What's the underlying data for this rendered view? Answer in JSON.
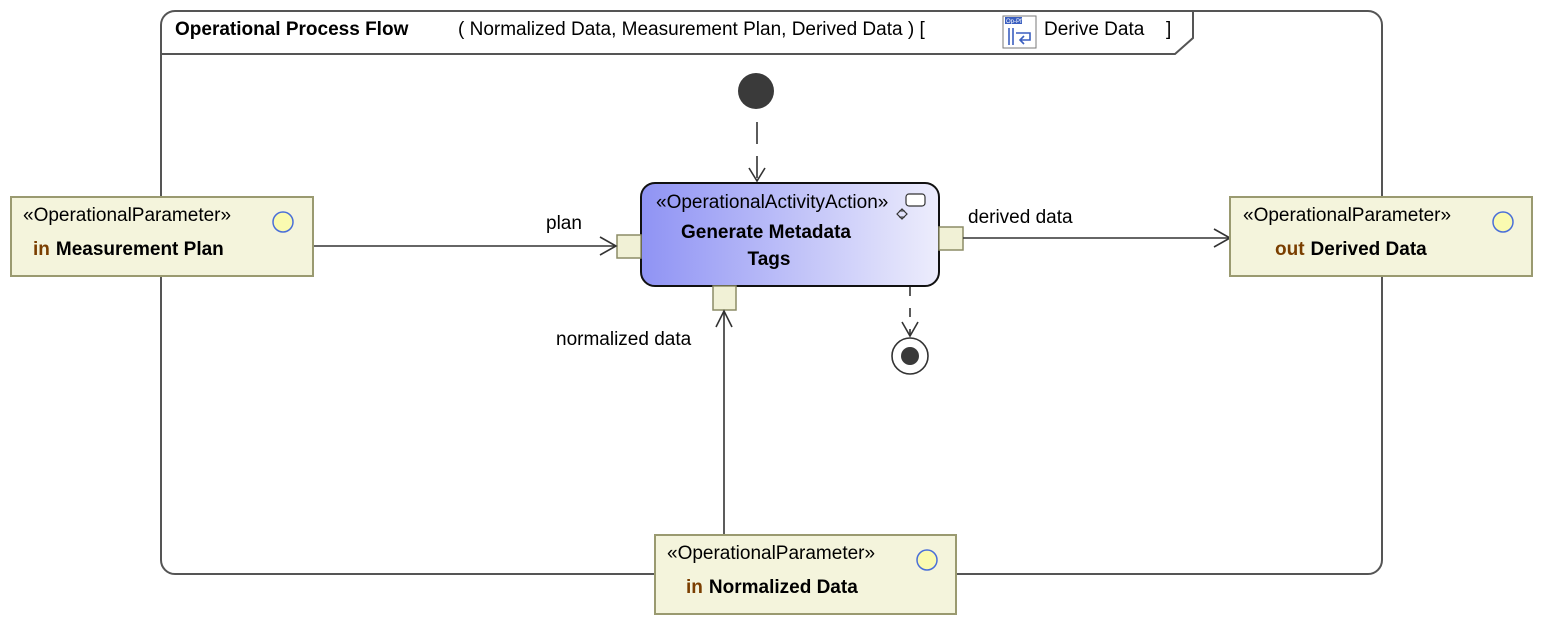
{
  "frame": {
    "kind": "Operational Process Flow",
    "signature": "( Normalized Data, Measurement Plan, Derived Data ) [",
    "diagram_name": "Derive Data",
    "closing_bracket": "]",
    "icon": "op-pf-diagram-icon",
    "icon_caption": "Op-Pf"
  },
  "action": {
    "stereotype": "«OperationalActivityAction»",
    "name_line1": "Generate Metadata",
    "name_line2": "Tags",
    "icon": "call-behavior-rake-icon",
    "fill_start": "#8f93f4",
    "fill_end": "#ededfc"
  },
  "parameters": [
    {
      "id": "measurement-plan",
      "stereotype": "«OperationalParameter»",
      "direction": "in",
      "name": "Measurement Plan"
    },
    {
      "id": "derived-data",
      "stereotype": "«OperationalParameter»",
      "direction": "out",
      "name": "Derived Data"
    },
    {
      "id": "normalized-data",
      "stereotype": "«OperationalParameter»",
      "direction": "in",
      "name": "Normalized Data"
    }
  ],
  "flow_labels": {
    "plan": "plan",
    "derived": "derived data",
    "normalized": "normalized data"
  },
  "colors": {
    "parameter_fill": "#f4f4dc",
    "parameter_border": "#9a9a70",
    "pin_fill": "#f1f1d6",
    "direction_text": "#7a3e00",
    "node_black": "#3a3a3a"
  }
}
